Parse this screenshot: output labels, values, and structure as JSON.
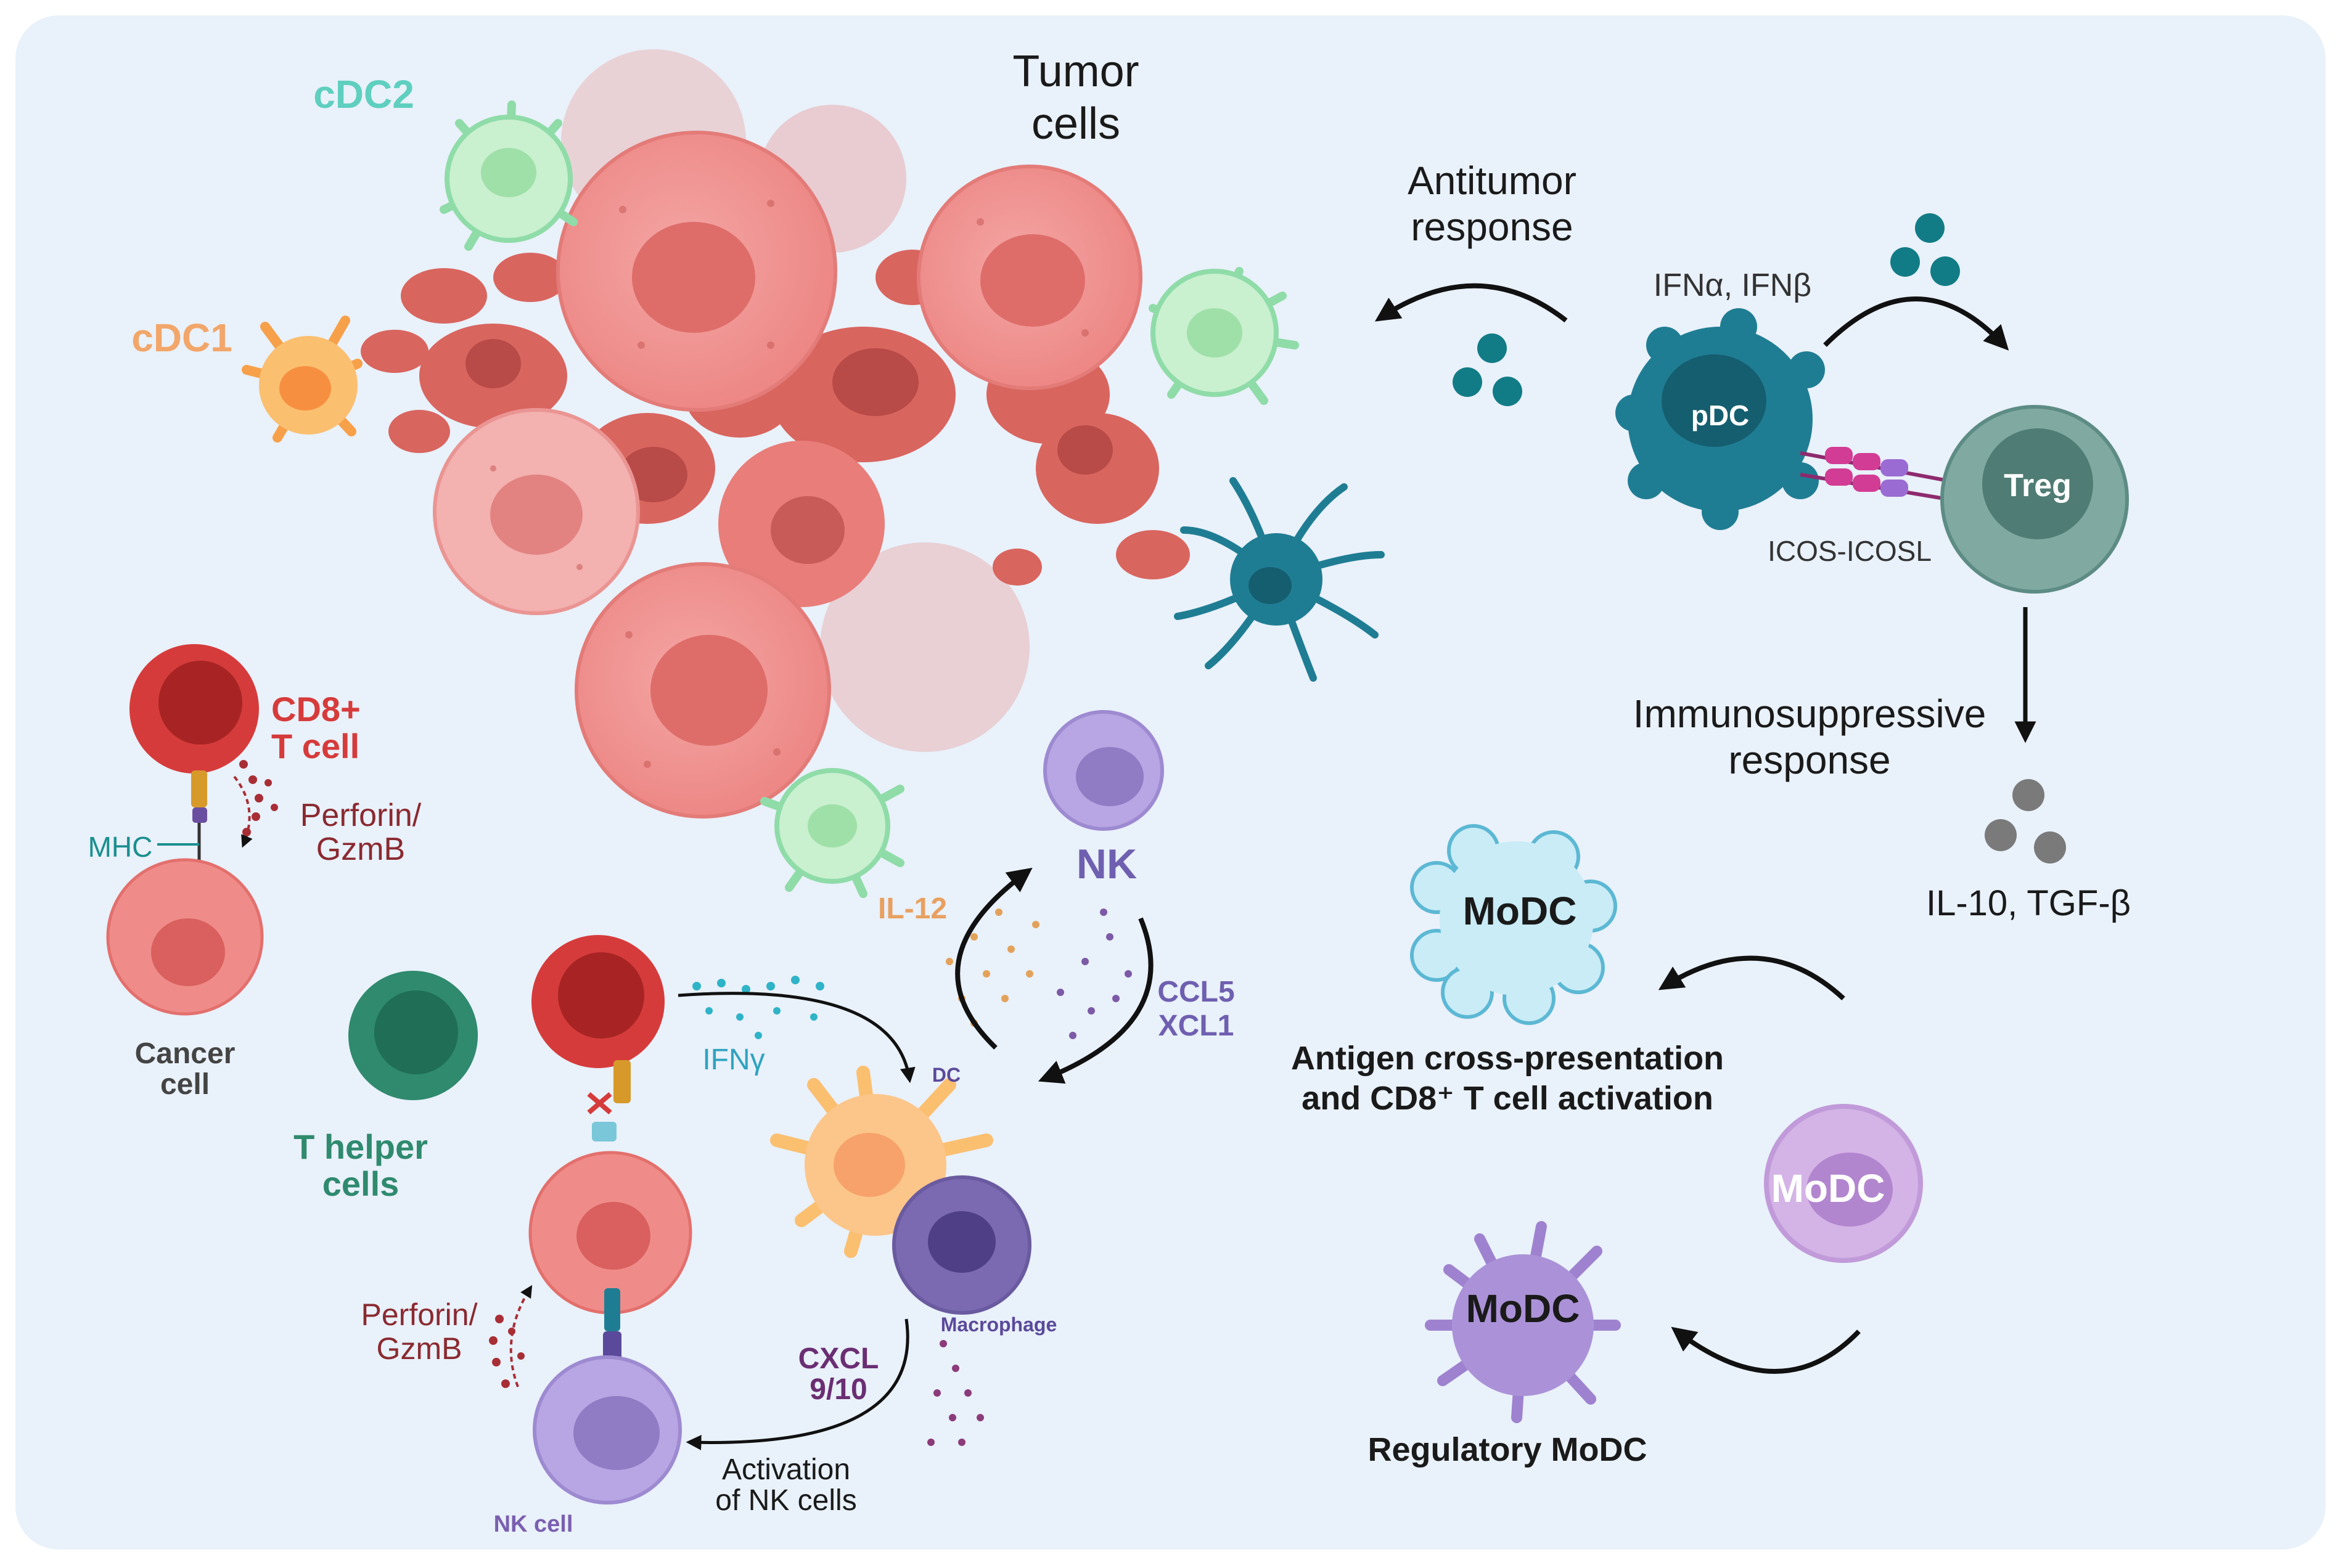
{
  "labels": {
    "cdc2": "cDC2",
    "cdc1": "cDC1",
    "tumor_cells_1": "Tumor",
    "tumor_cells_2": "cells",
    "antitumor_1": "Antitumor",
    "antitumor_2": "response",
    "ifn": "IFNα, IFNβ",
    "pdc": "pDC",
    "treg": "Treg",
    "icos": "ICOS-ICOSL",
    "immunosuppressive_1": "Immunosuppressive",
    "immunosuppressive_2": "response",
    "il10": "IL-10, TGF-β",
    "cd8_1": "CD8+",
    "cd8_2": "T cell",
    "perforin1_1": "Perforin/",
    "perforin1_2": "GzmB",
    "mhc": "MHC",
    "cancer_1": "Cancer",
    "cancer_2": "cell",
    "thelper_1": "T helper",
    "thelper_2": "cells",
    "nk": "NK",
    "il12": "IL-12",
    "ccl5": "CCL5",
    "xcl1": "XCL1",
    "ifng": "IFNγ",
    "dc": "DC",
    "macrophage": "Macrophage",
    "cxcl_1": "CXCL",
    "cxcl_2": "9/10",
    "activation_1": "Activation",
    "activation_2": "of NK cells",
    "perforin2_1": "Perforin/",
    "perforin2_2": "GzmB",
    "nk_cell": "NK cell",
    "modc_top": "MoDC",
    "antigen_1": "Antigen cross-presentation",
    "antigen_2": "and CD8⁺ T cell activation",
    "modc_mid": "MoDC",
    "modc_bottom": "MoDC",
    "regulatory": "Regulatory MoDC"
  },
  "colors": {
    "background": "#e9f1fa",
    "tumor": "#ee8f8f",
    "tumor_dark": "#d9655f",
    "cdc2": "#4cc7ad",
    "cdc1": "#f0a060",
    "cd8": "#d63b3b",
    "pdc": "#1f7d93",
    "treg": "#7fa9a1",
    "thelper": "#2f8a6e",
    "nk": "#8f7cc4",
    "modc": "#b99ad6"
  }
}
